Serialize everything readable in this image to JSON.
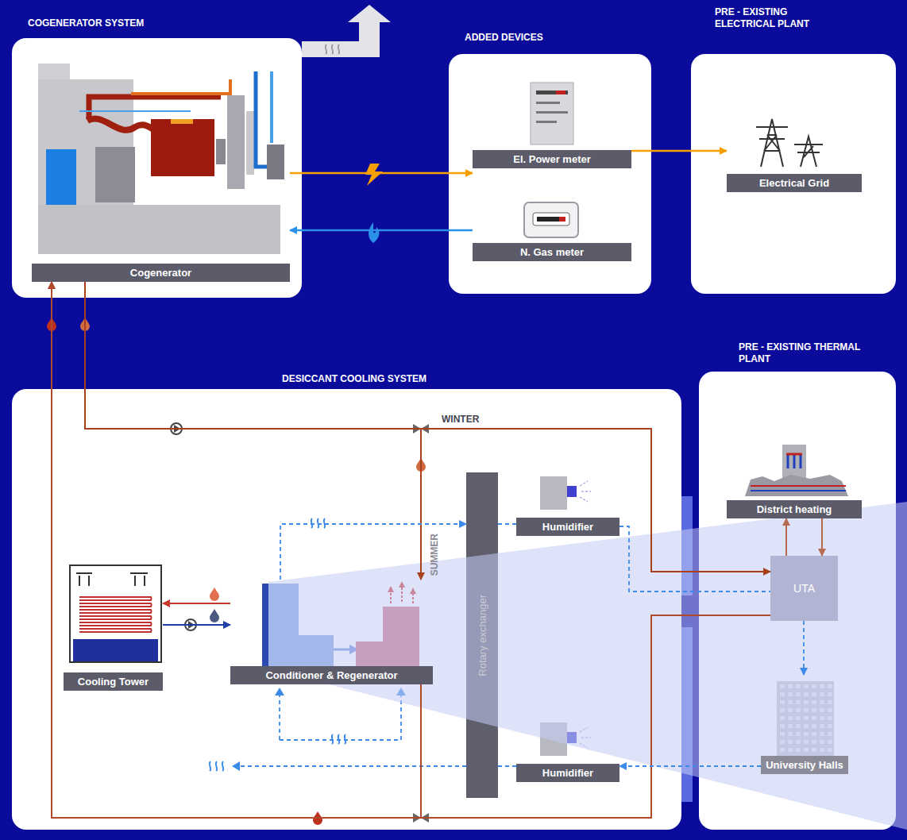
{
  "diagram": {
    "nodes": [
      {
        "text": [
          "COGENERATOR SYSTEM"
        ]
      },
      {
        "text": [
          "Cogenerator"
        ],
        "in": 0
      },
      {
        "text": [
          "ADDED DEVICES"
        ]
      },
      {
        "text": [
          "El. Power meter"
        ],
        "in": 2
      },
      {
        "text": [
          "N. Gas meter"
        ],
        "in": 2
      },
      {
        "text": [
          "PRE - EXISTING ELECTRICAL PLANT"
        ]
      },
      {
        "text": [
          "Electrical Grid"
        ],
        "in": 5
      },
      {
        "text": [
          "DESICCANT COOLING SYSTEM"
        ]
      },
      {
        "text": [
          "Cooling Tower"
        ],
        "in": 7
      },
      {
        "text": [
          "Conditioner & Regenerator"
        ],
        "in": 7
      },
      {
        "text": [
          "Rotary exchanger"
        ],
        "in": 7
      },
      {
        "text": [
          "Humidifier"
        ],
        "in": 7
      },
      {
        "text": [
          "Humidifier"
        ],
        "in": 7
      },
      {
        "text": [
          "PRE - EXISTING THERMAL PLANT"
        ]
      },
      {
        "text": [
          "District heating"
        ],
        "in": 13
      },
      {
        "text": [
          "UTA"
        ],
        "in": 13
      },
      {
        "text": [
          "University Halls"
        ],
        "in": 13
      }
    ],
    "edges": [
      {
        "from": 1,
        "to": 3,
        "arrow": "to"
      },
      {
        "from": 3,
        "to": 6,
        "arrow": "to"
      },
      {
        "from": 4,
        "to": 1,
        "arrow": "to"
      },
      {
        "from": 1,
        "to": 15,
        "arrow": "to"
      },
      {
        "from": 1,
        "to": 9,
        "arrow": "to"
      },
      {
        "from": 15,
        "to": 1,
        "arrow": "to"
      },
      {
        "from": 9,
        "to": 1,
        "arrow": "to"
      },
      {
        "from": 9,
        "to": 8,
        "arrow": "to"
      },
      {
        "from": 8,
        "to": 9,
        "arrow": "to"
      },
      {
        "from": 9,
        "to": 10,
        "arrow": "to"
      },
      {
        "from": 10,
        "to": 11,
        "arrow": "none"
      },
      {
        "from": 11,
        "to": 15,
        "arrow": "none"
      },
      {
        "from": 15,
        "to": 16,
        "arrow": "to"
      },
      {
        "from": 16,
        "to": 12,
        "arrow": "to"
      },
      {
        "from": 12,
        "to": 10,
        "arrow": "none"
      },
      {
        "from": 14,
        "to": 15,
        "arrow": "to"
      },
      {
        "from": 15,
        "to": 14,
        "arrow": "to"
      }
    ],
    "labels": [
      "WINTER",
      "SUMMER"
    ]
  }
}
